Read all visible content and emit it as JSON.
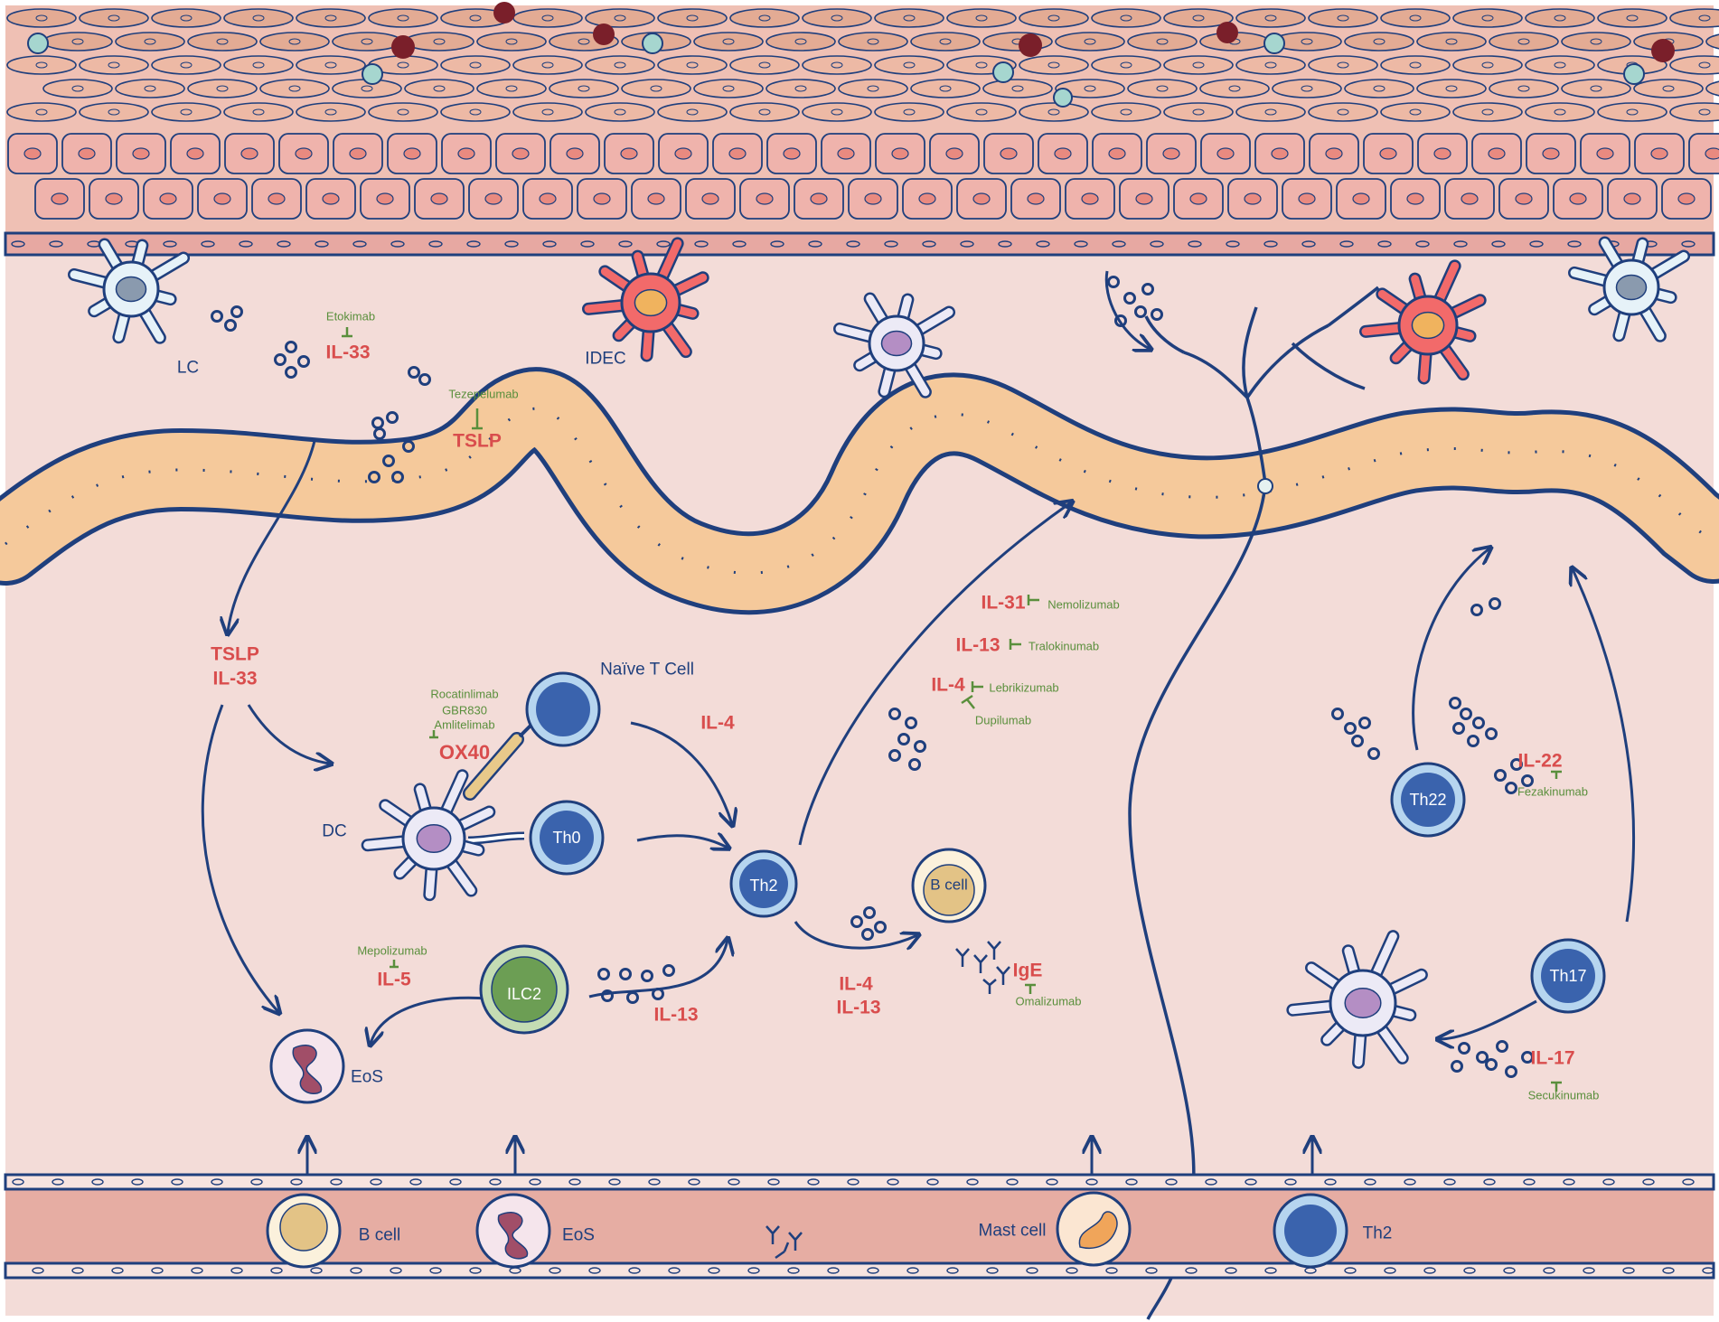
{
  "colors": {
    "navy": "#1f3f7d",
    "cytokine_red": "#d94d4d",
    "drug_green": "#5a8f3c",
    "dermis_bg": "#f3dcd8",
    "epidermis_pink": "#efb3ac",
    "gland_orange": "#f5c99b",
    "vessel_lumen": "#e6ada3",
    "idec_red": "#f26a6a"
  },
  "cells": {
    "lc": "LC",
    "idec": "IDEC",
    "naive_t": "Naïve T Cell",
    "dc": "DC",
    "th0": "Th0",
    "th2": "Th2",
    "b_cell": "B cell",
    "ilc2": "ILC2",
    "eos": "EoS",
    "th22": "Th22",
    "th17": "Th17"
  },
  "vessel": {
    "b_cell": "B cell",
    "eos": "EoS",
    "mast_cell": "Mast cell",
    "th2": "Th2"
  },
  "cytokines": {
    "il33_top": "IL-33",
    "tslp_top": "TSLP",
    "tslp_left": "TSLP",
    "il33_left": "IL-33",
    "ox40": "OX40",
    "il4_naive": "IL-4",
    "il5": "IL-5",
    "il13_ilc2": "IL-13",
    "il4_th2": "IL-4",
    "il13_th2": "IL-13",
    "ige": "IgE",
    "il31": "IL-31",
    "il13_right": "IL-13",
    "il4_right": "IL-4",
    "il22": "IL-22",
    "il17": "IL-17"
  },
  "drugs": {
    "etokimab": "Etokimab",
    "tezepelumab": "Tezepelumab",
    "rocatinlimab": "Rocatinlimab",
    "gbr830": "GBR830",
    "amlitelimab": "Amlitelimab",
    "mepolizumab": "Mepolizumab",
    "omalizumab": "Omalizumab",
    "nemolizumab": "Nemolizumab",
    "tralokinumab": "Tralokinumab",
    "lebrikizumab": "Lebrikizumab",
    "dupilumab": "Dupilumab",
    "fezakinumab": "Fezakinumab",
    "secukinumab": "Secukinumab"
  }
}
